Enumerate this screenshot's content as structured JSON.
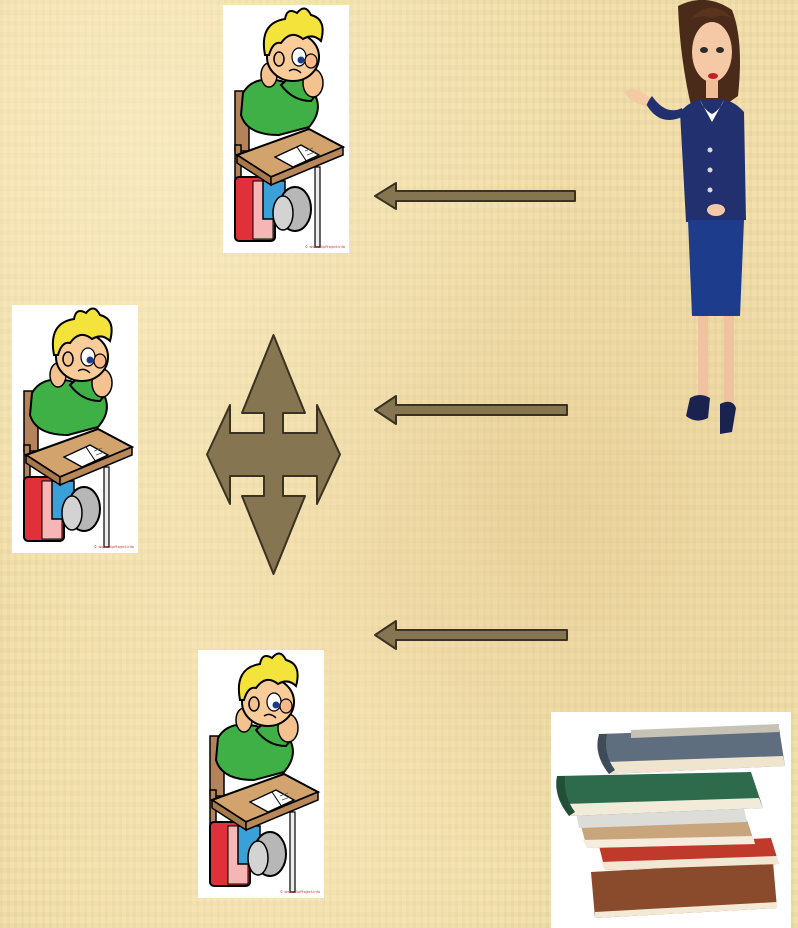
{
  "student_cards": [
    {
      "id": "top",
      "credit": "© www.ClipProject.info"
    },
    {
      "id": "middle",
      "credit": "© www.ClipProject.info"
    },
    {
      "id": "bottom",
      "credit": "© www.ClipProject.info"
    }
  ],
  "icons": {
    "student": "student-at-desk-icon",
    "teacher": "teacher-figure-icon",
    "books": "book-stack-icon",
    "arrow": "left-arrow-icon",
    "cross": "four-way-arrow-icon"
  },
  "colors": {
    "background": "#f3dfa9",
    "arrow_fill": "#857651",
    "arrow_outline": "#3a3222"
  }
}
